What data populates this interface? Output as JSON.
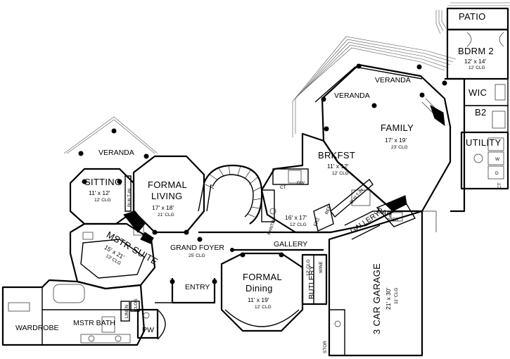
{
  "rooms": {
    "patio": {
      "name": "PATIO"
    },
    "bdrm2": {
      "name": "BDRM 2",
      "size": "12' x 14'",
      "clg": "12' CLG"
    },
    "wic": {
      "name": "WIC"
    },
    "b2": {
      "name": "B2"
    },
    "utility": {
      "name": "UTILITY"
    },
    "veranda_top": {
      "name": "VERANDA"
    },
    "veranda_mid": {
      "name": "VERANDA"
    },
    "family": {
      "name": "FAMILY",
      "size": "17' x 19'",
      "clg": "23' CLG"
    },
    "brkfst": {
      "name": "BRKFST",
      "size": "11' x 12'",
      "clg": "12' CLG"
    },
    "kitchen": {
      "size": "16' x 17'",
      "clg": "12' CLG"
    },
    "veranda_left": {
      "name": "VERANDA"
    },
    "sitting": {
      "name": "SITTING",
      "size": "11' x 12'",
      "clg": "12' CLG"
    },
    "formal_living": {
      "name1": "FORMAL",
      "name2": "LIVING",
      "size": "17' x 18'",
      "clg": "21' CLG"
    },
    "mstr_suite": {
      "name": "MSTR SUITE",
      "size": "15' x 21'",
      "clg": "13' CLG"
    },
    "grand_foyer": {
      "name": "GRAND FOYER",
      "clg": "25' CLG"
    },
    "gallery_mid": {
      "name": "GALLERY"
    },
    "gallery_right": {
      "name": "GALLERY"
    },
    "entry": {
      "name": "ENTRY"
    },
    "formal_dining": {
      "name1": "FORMAL",
      "name2": "Dining",
      "size": "11' x 19'",
      "clg": "12' CLG"
    },
    "butlery": {
      "name": "BUTLERY",
      "clg": "12' CLG"
    },
    "garage": {
      "name": "3 CAR GARAGE",
      "size": "21' x 30'",
      "clg": "11' CLG"
    },
    "wardrobe": {
      "name": "WARDROBE"
    },
    "mstr_bath": {
      "name": "MSTR BATH"
    },
    "pw": {
      "name": "PW"
    }
  },
  "tags": {
    "built_in_left": "BUILT-IN",
    "built_in_kitchen": "BUILT-IN",
    "pantry": "PANTRY",
    "frz": "FRZ",
    "ref": "REF",
    "dw": "DW",
    "ct": "CT",
    "bar": "BAR",
    "icer": "ICER",
    "wine": "WINE",
    "linen": "LINEN",
    "clos": "CLOS",
    "stor": "STOR",
    "w": "W",
    "d": "D",
    "ct_util": "CT"
  }
}
